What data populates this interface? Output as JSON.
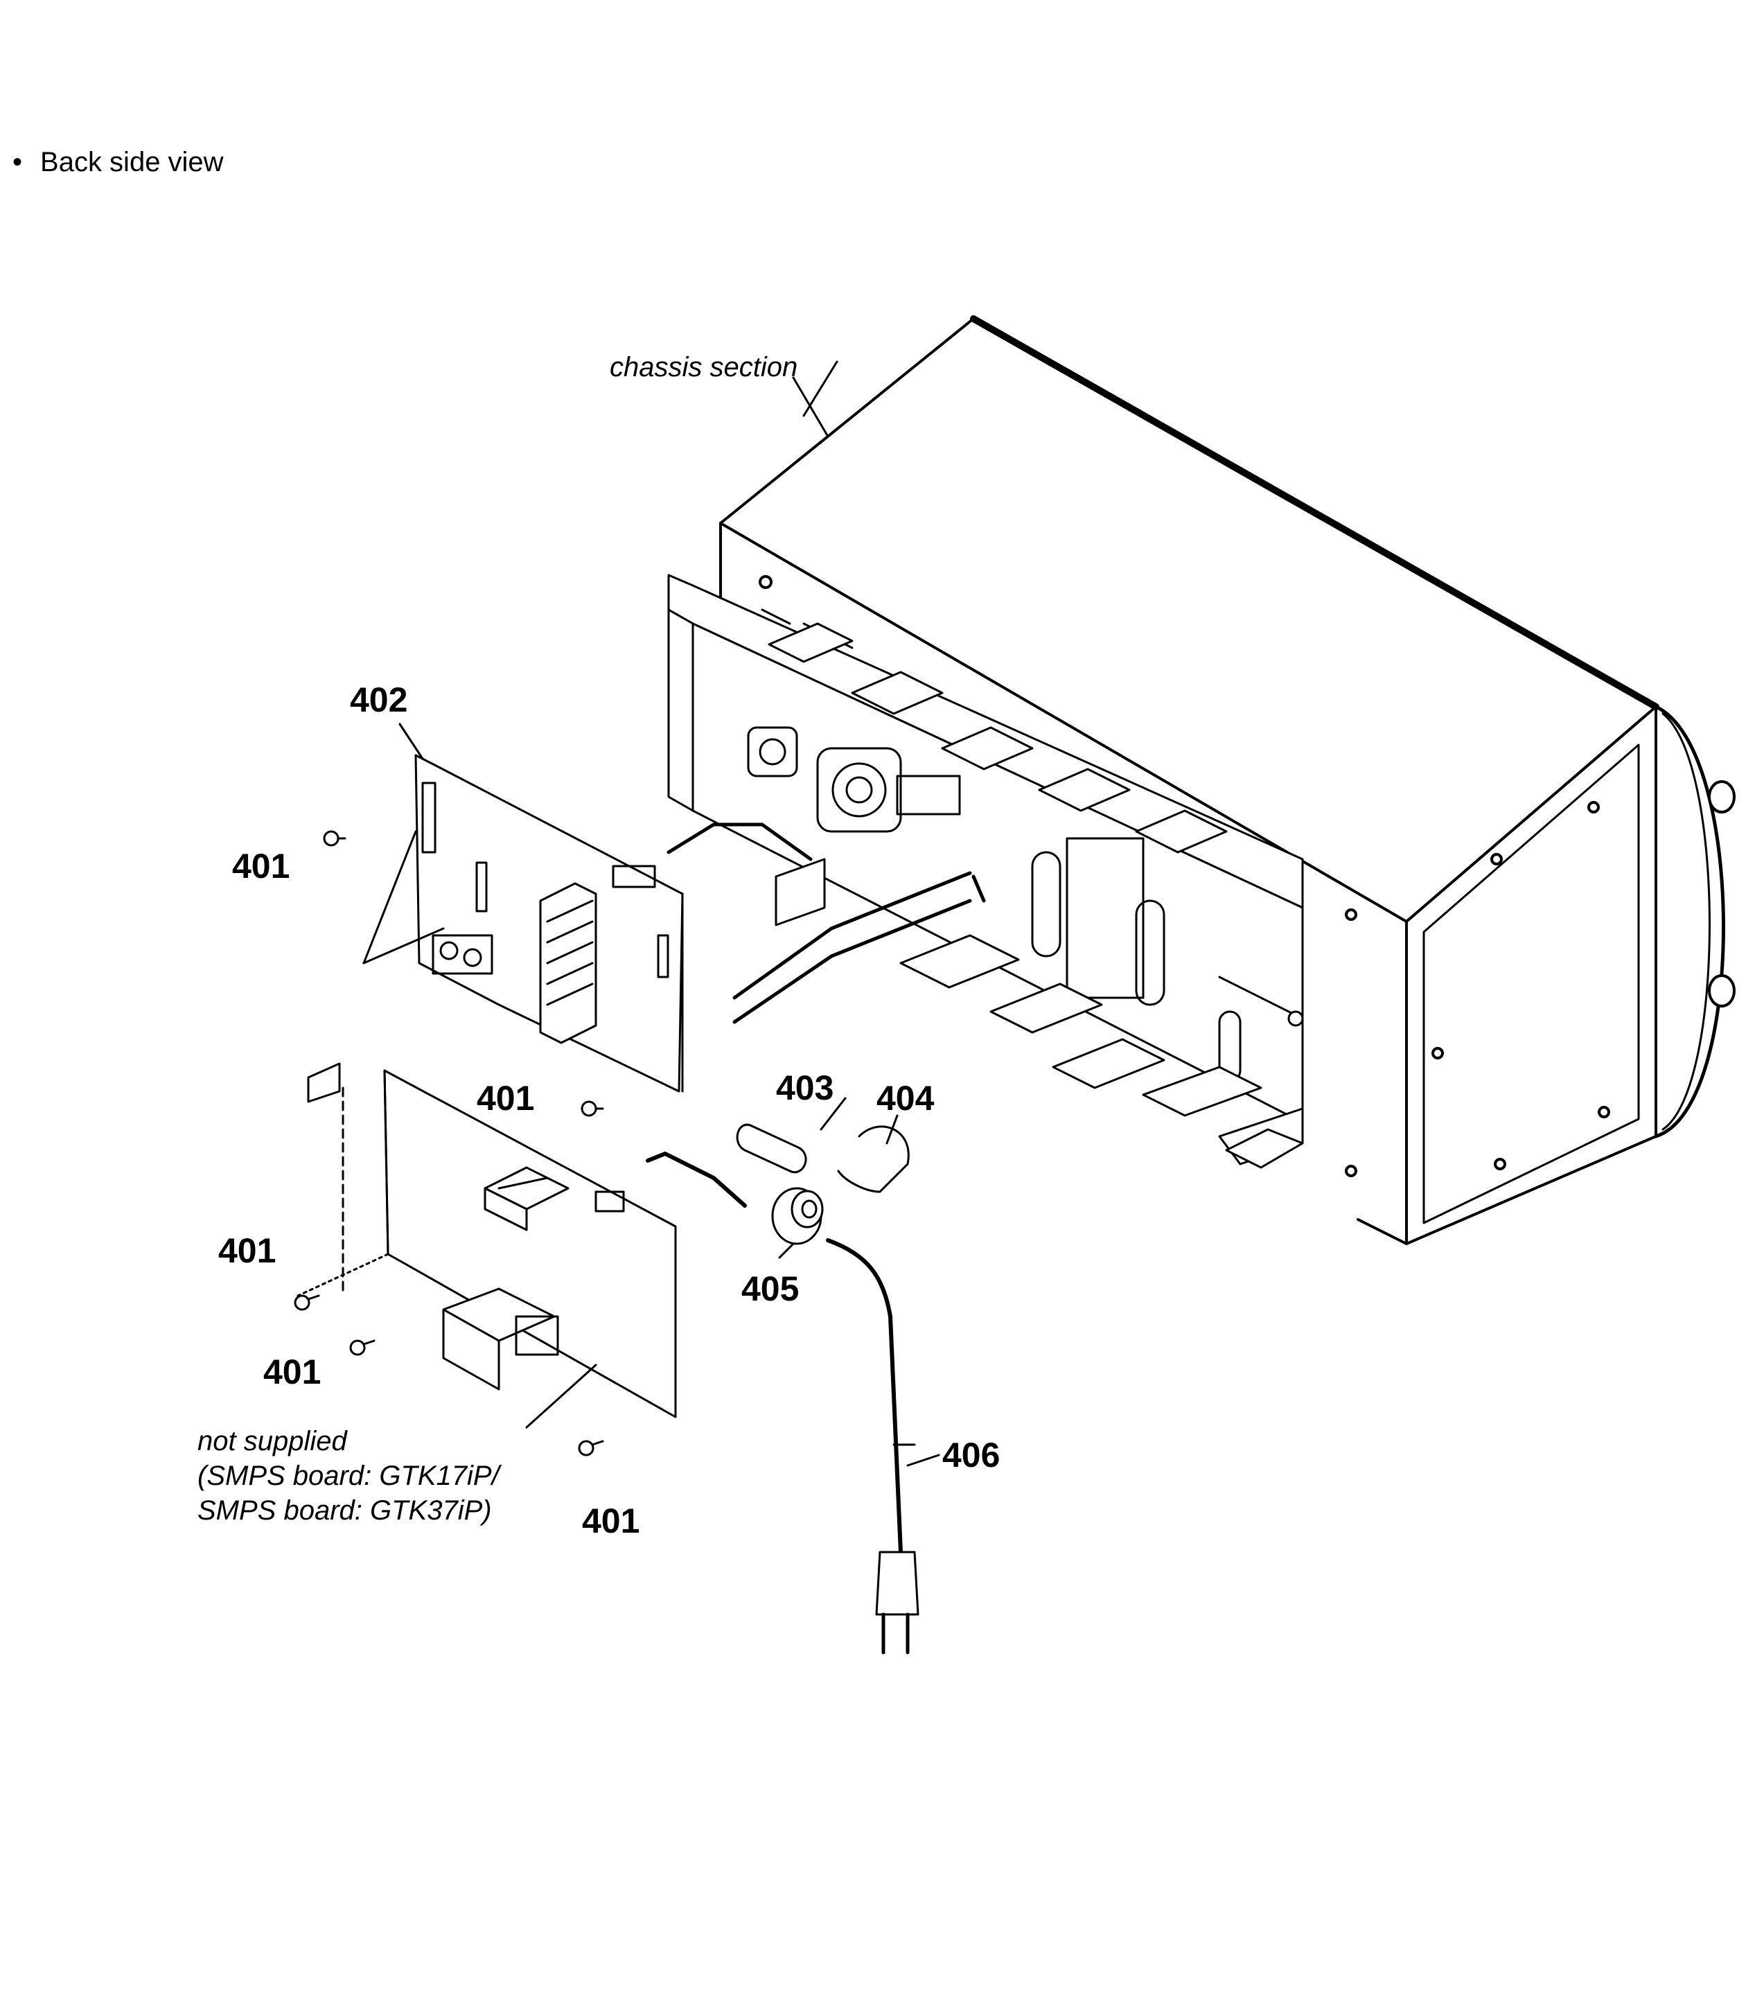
{
  "heading": {
    "bullet": "•",
    "text": "Back side view"
  },
  "labels": {
    "chassis_section": "chassis section",
    "p402": "402",
    "p401_a": "401",
    "p401_b": "401",
    "p401_c": "401",
    "p401_d": "401",
    "p401_e": "401",
    "p403": "403",
    "p404": "404",
    "p405": "405",
    "p406": "406"
  },
  "note": {
    "line1": "not supplied",
    "line2": "(SMPS board: GTK17iP/",
    "line3": "SMPS board: GTK37iP)"
  }
}
